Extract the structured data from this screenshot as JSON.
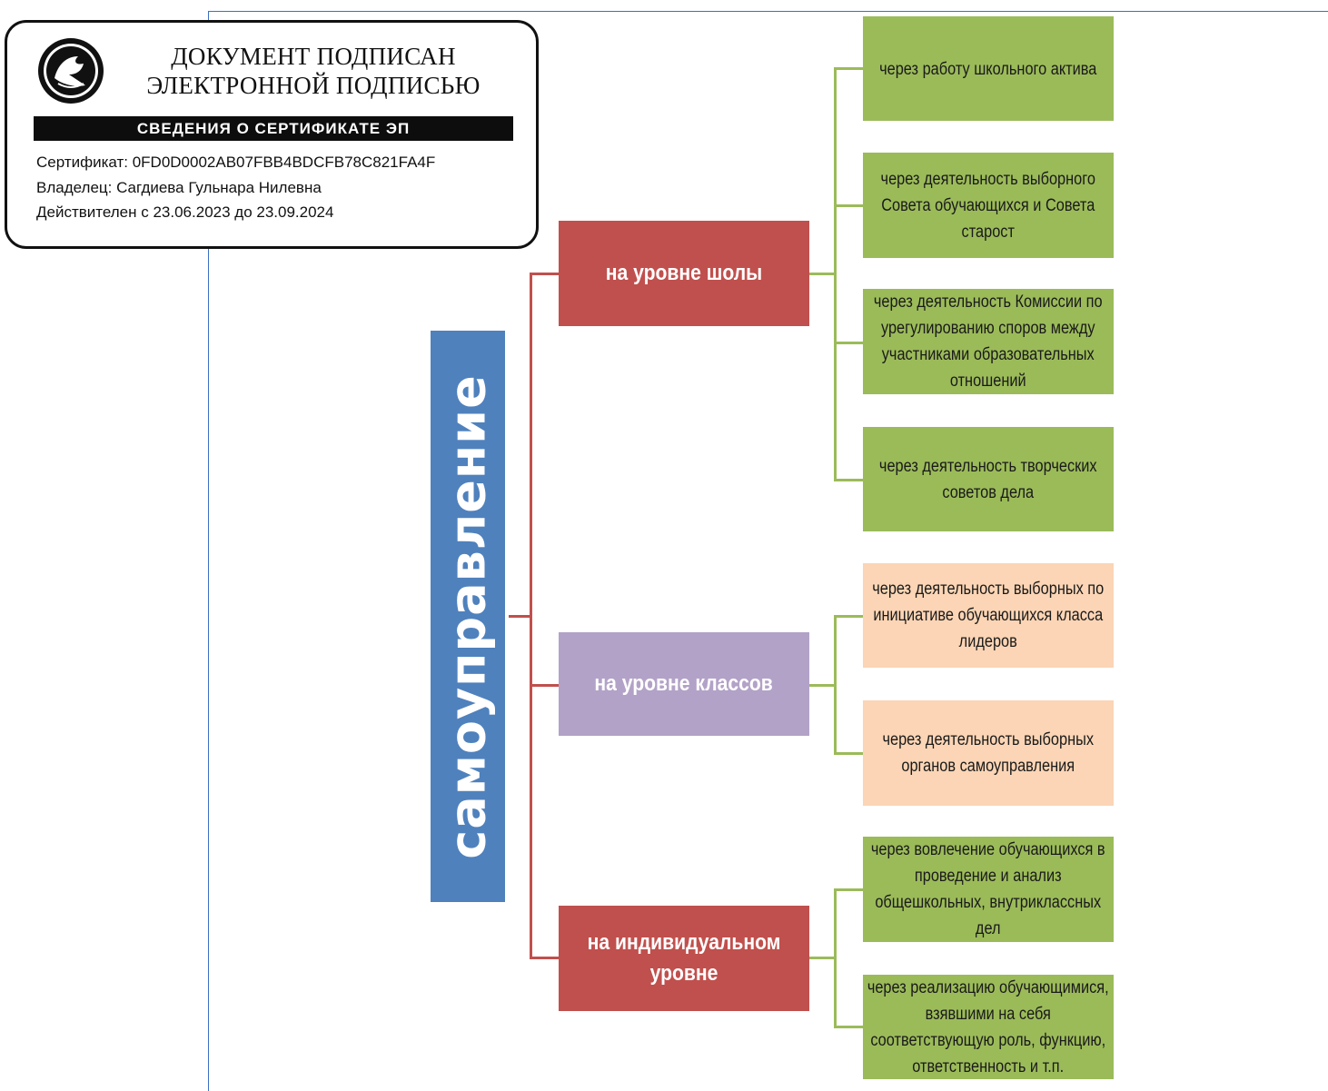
{
  "stamp": {
    "title": "ДОКУМЕНТ ПОДПИСАН ЭЛЕКТРОННОЙ ПОДПИСЬЮ",
    "title_line1": "ДОКУМЕНТ ПОДПИСАН",
    "title_line2": "ЭЛЕКТРОННОЙ ПОДПИСЬЮ",
    "section": "СВЕДЕНИЯ О СЕРТИФИКАТЕ ЭП",
    "certificate": "Сертификат: 0FD0D0002AB07FBB4BDCFB78C821FA4F",
    "owner": "Владелец: Сагдиева  Гульнара Нилевна",
    "validity": "Действителен с 23.06.2023 до 23.09.2024",
    "emblem_icon": "tatarstan-emblem-icon"
  },
  "diagram": {
    "root": "самоуправление",
    "root_color": "#4f81bd",
    "levels": [
      {
        "label": "на уровне шолы",
        "color": "#c0504d",
        "leaves": [
          "через работу школьного актива",
          "через деятельность выборного Совета обучающихся и Совета старост",
          "через деятельность Комиссии по урегулированию  споров между участниками образовательных отношений",
          "через деятельность творческих советов дела"
        ],
        "leaf_color": "#9bbb59"
      },
      {
        "label": "на уровне  классов",
        "color": "#b2a2c7",
        "leaves": [
          "через деятельность выборных по инициативе  обучающихся класса лидеров",
          "через деятельность выборных органов самоуправления"
        ],
        "leaf_color": "#fbd5b5"
      },
      {
        "label": "на  индивидуальном уровне",
        "color": "#c0504d",
        "leaves": [
          "через вовлечение обучающихся в проведение и анализ общешкольных, внутриклассных дел",
          "через реализацию обучающимися, взявшими на себя соответствующую роль, функцию, ответственность и т.п."
        ],
        "leaf_color": "#9bbb59"
      }
    ],
    "connector_colors": {
      "root": "#c0504d",
      "leaves": "#9bbb59"
    }
  }
}
